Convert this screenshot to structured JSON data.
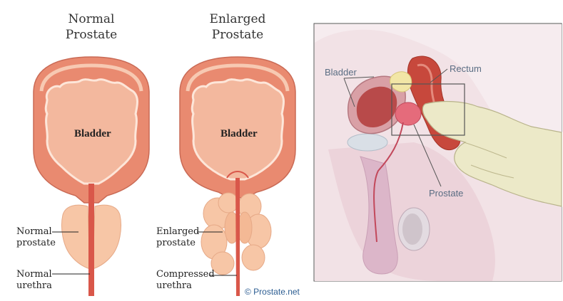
{
  "left_panel": {
    "normal": {
      "title_line1": "Normal",
      "title_line2": "Prostate",
      "bladder_label": "Bladder",
      "prostate_label_line1": "Normal",
      "prostate_label_line2": "prostate",
      "urethra_label_line1": "Normal",
      "urethra_label_line2": "urethra"
    },
    "enlarged": {
      "title_line1": "Enlarged",
      "title_line2": "Prostate",
      "bladder_label": "Bladder",
      "prostate_label_line1": "Enlarged",
      "prostate_label_line2": "prostate",
      "urethra_label_line1": "Compressed",
      "urethra_label_line2": "urethra"
    },
    "credit": "© Prostate.net"
  },
  "right_panel": {
    "labels": {
      "bladder": "Bladder",
      "rectum": "Rectum",
      "prostate": "Prostate"
    }
  },
  "colors": {
    "bladder_wall": "#e98a70",
    "bladder_inner": "#f3b89e",
    "prostate_tissue": "#f7c6a6",
    "urethra": "#d9574a",
    "skin": "#f2e2e6",
    "glove": "#ece9c8"
  }
}
